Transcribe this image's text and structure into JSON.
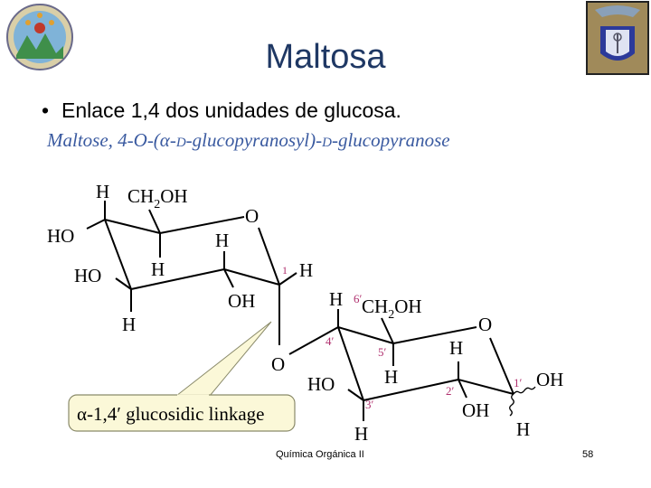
{
  "slide": {
    "title": "Maltosa",
    "bullet": "Enlace 1,4 dos unidades de glucosa.",
    "subtitle": {
      "prefix": "Maltose, 4-O-(α-",
      "d1": "d",
      "mid": "-glucopyranosyl)-",
      "d2": "d",
      "suffix": "-glucopyranose"
    },
    "callout": "α-1,4′ glucosidic linkage",
    "footer": {
      "course": "Química Orgánica II",
      "page": "58"
    },
    "logos": {
      "left": "university-seal",
      "right": "faculty-crest"
    },
    "colors": {
      "title": "#1f3864",
      "subtitle": "#3a5aa0",
      "numbering": "#b0306e",
      "callout_bg": "#fbf8d8"
    }
  },
  "molecule": {
    "ring1": {
      "labels": [
        "H",
        "CH₂OH",
        "O",
        "HO",
        "H",
        "HO",
        "H",
        "OH",
        "1",
        "H",
        "H"
      ]
    },
    "ring2": {
      "labels": [
        "H",
        "6′",
        "CH₂OH",
        "O",
        "4′",
        "5′",
        "H",
        "H",
        "HO",
        "2′",
        "1′",
        "OH",
        "3′",
        "OH",
        "H",
        "H"
      ]
    },
    "linker": "O"
  }
}
